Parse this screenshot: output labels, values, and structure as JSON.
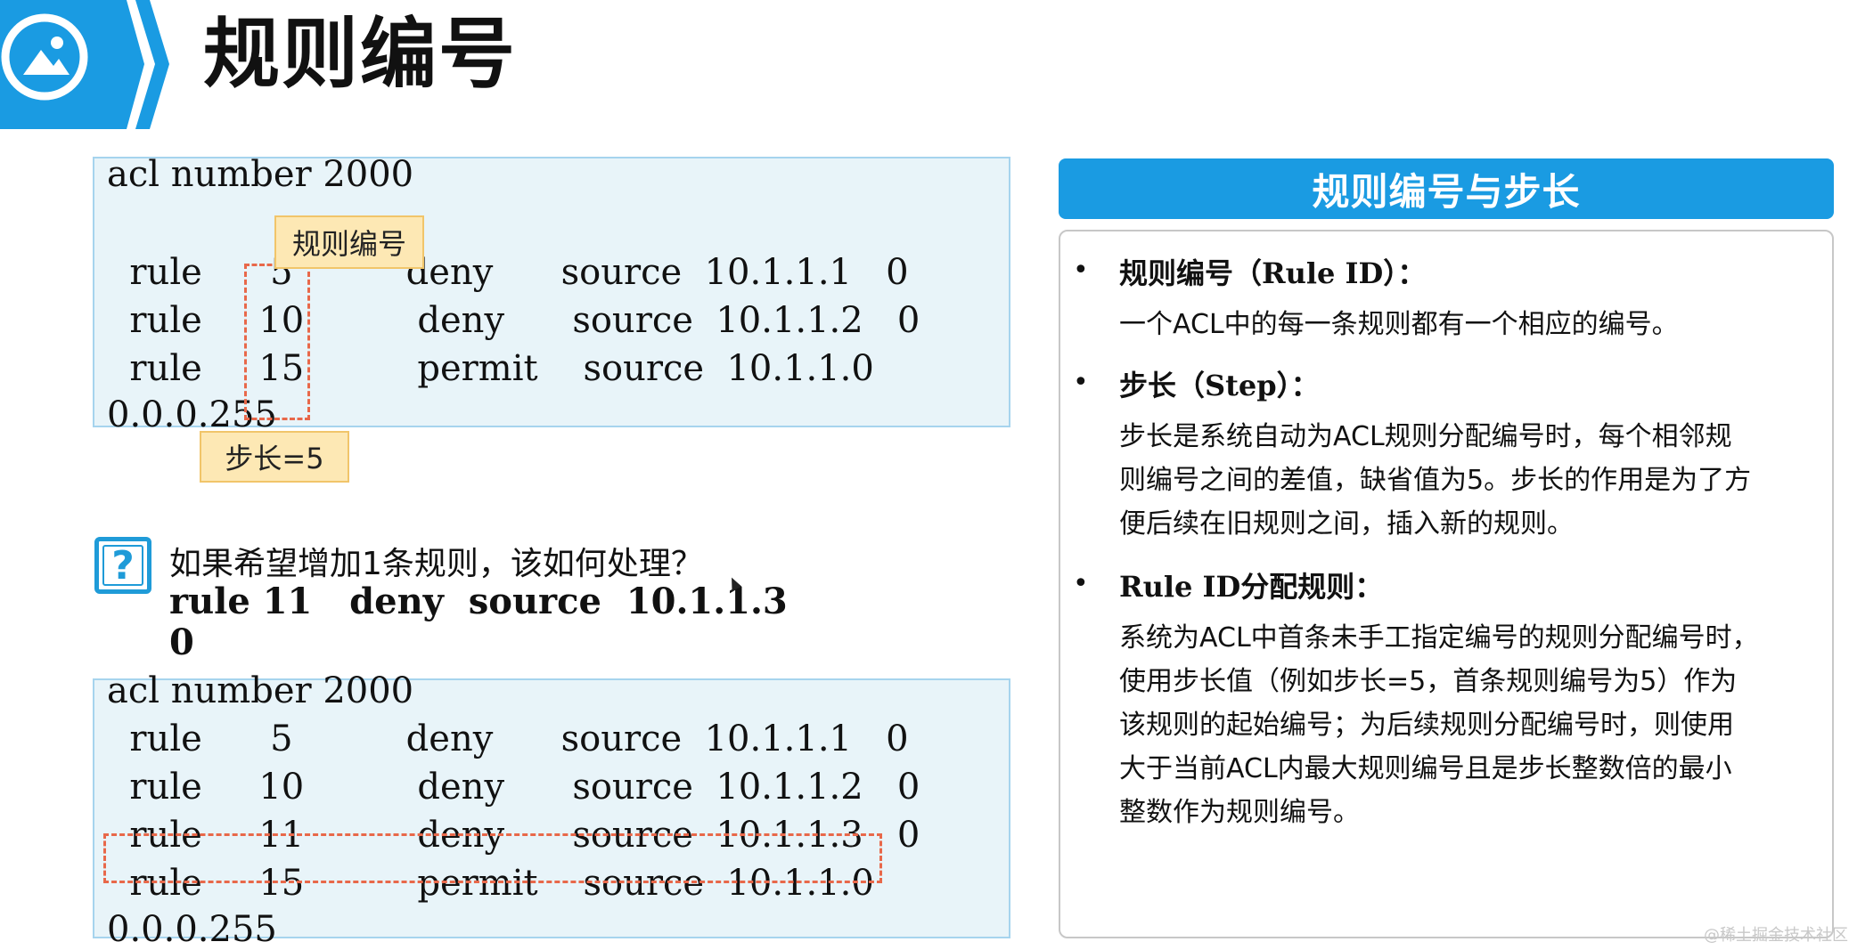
{
  "header": {
    "title": "规则编号",
    "icon": "image-icon",
    "colors": {
      "accent": "#1a9be2"
    }
  },
  "top_code": {
    "lines": [
      "acl number 2000",
      "",
      "  rule      5          deny      source  10.1.1.1   0",
      "  rule     10          deny      source  10.1.1.2   0",
      "  rule     15          permit    source  10.1.1.0",
      "0.0.0.255"
    ],
    "tag_rule_id": "规则编号",
    "tag_step": "步长=5"
  },
  "question": {
    "icon": "question-icon",
    "text": "如果希望增加1条规则，该如何处理？",
    "answer_line1": "rule 11   deny  source  10.1.1.3",
    "answer_line2": "0"
  },
  "bottom_code": {
    "lines": [
      "acl number 2000",
      "  rule      5          deny      source  10.1.1.1   0",
      "  rule     10          deny      source  10.1.1.2   0",
      "  rule     11          deny      source  10.1.1.3   0",
      "  rule     15          permit    source  10.1.1.0",
      "0.0.0.255"
    ]
  },
  "panel": {
    "title": "规则编号与步长",
    "bullets": [
      {
        "title": "规则编号（Rule ID）：",
        "lines": [
          "一个ACL中的每一条规则都有一个相应的编号。"
        ]
      },
      {
        "title": "步长（Step）：",
        "lines": [
          "步长是系统自动为ACL规则分配编号时，每个相邻规",
          "则编号之间的差值，缺省值为5。步长的作用是为了方",
          "便后续在旧规则之间，插入新的规则。"
        ]
      },
      {
        "title": "Rule ID分配规则：",
        "lines": [
          "系统为ACL中首条未手工指定编号的规则分配编号时，",
          "使用步长值（例如步长=5，首条规则编号为5）作为",
          "该规则的起始编号；为后续规则分配编号时，则使用",
          "大于当前ACL内最大规则编号且是步长整数倍的最小",
          "整数作为规则编号。"
        ]
      }
    ]
  },
  "watermark": "@稀土掘金技术社区"
}
